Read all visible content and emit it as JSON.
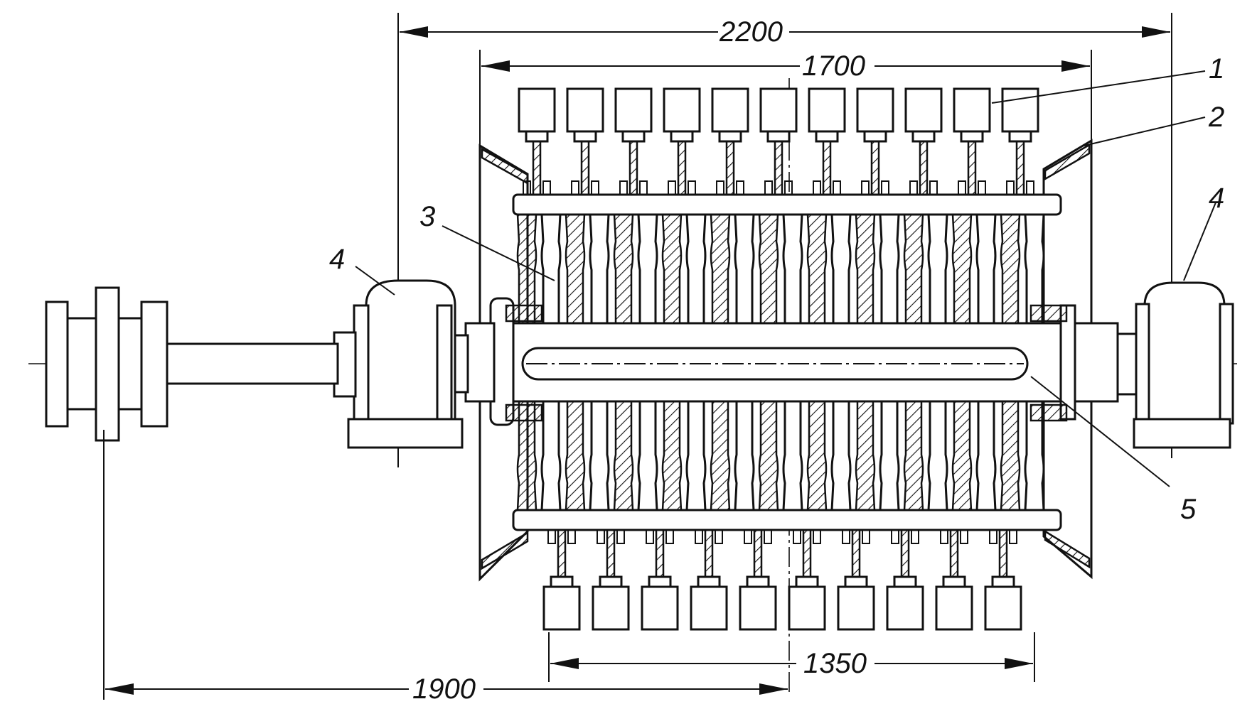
{
  "diagram": {
    "dimensions": {
      "overall_width": "2200",
      "rotor_frame_width": "1700",
      "hammer_span": "1350",
      "coupling_to_center": "1900"
    },
    "callouts": {
      "hammer": "1",
      "casing": "2",
      "disc_stack": "3",
      "bearing_left": "4",
      "bearing_right": "4",
      "shaft": "5"
    }
  }
}
